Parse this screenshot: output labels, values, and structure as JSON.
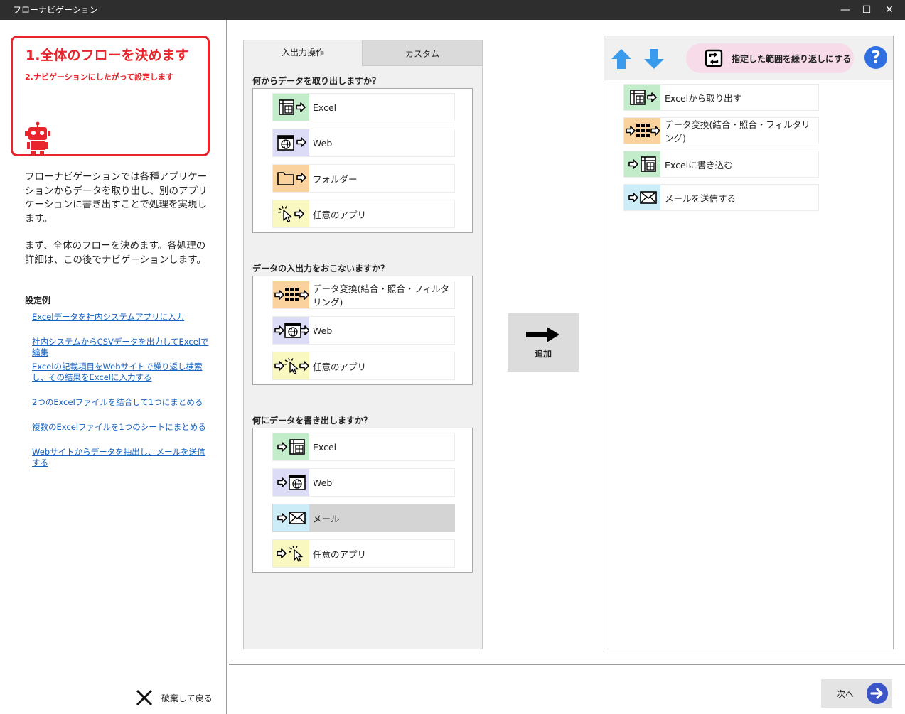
{
  "window": {
    "title": "フローナビゲーション",
    "minimize": "—",
    "maximize": "☐",
    "close": "✕"
  },
  "left": {
    "step1": "1.全体のフローを決めます",
    "step2": "2.ナビゲーションにしたがって設定します",
    "desc_p1": "フローナビゲーションでは各種アプリケーションからデータを取り出し、別のアプリケーションに書き出すことで処理を実現します。",
    "desc_p2": "まず、全体のフローを決めます。各処理の詳細は、この後でナビゲーションします。",
    "examples_title": "設定例",
    "examples": [
      "Excelデータを社内システムアプリに入力",
      "社内システムからCSVデータを出力してExcelで編集",
      "Excelの記載項目をWebサイトで繰り返し検索し、その結果をExcelに入力する",
      "2つのExcelファイルを結合して1つにまとめる",
      "複数のExcelファイルを1つのシートにまとめる",
      "Webサイトからデータを抽出し、メールを送信する"
    ],
    "discard": "破棄して戻る"
  },
  "tabs": [
    "入出力操作",
    "カスタム"
  ],
  "sections": {
    "source_title": "何からデータを取り出しますか？",
    "source": [
      "Excel",
      "Web",
      "フォルダー",
      "任意のアプリ"
    ],
    "io_title": "データの入出力をおこないますか？",
    "io": [
      "データ変換(結合・照合・フィルタリング)",
      "Web",
      "任意のアプリ"
    ],
    "dest_title": "何にデータを書き出しますか？",
    "dest": [
      "Excel",
      "Web",
      "メール",
      "任意のアプリ"
    ]
  },
  "add_button": "追加",
  "right": {
    "loop_button": "指定した範囲を繰り返しにする",
    "help": "?",
    "flow": [
      "Excelから取り出す",
      "データ変換(結合・照合・フィルタリング)",
      "Excelに書き込む",
      "メールを送信する"
    ]
  },
  "next_button": "次へ",
  "colors": {
    "accent_red": "#e8252d",
    "link_blue": "#1763c0",
    "arrow_blue": "#3a9bec",
    "help_blue": "#2f6fe0"
  }
}
